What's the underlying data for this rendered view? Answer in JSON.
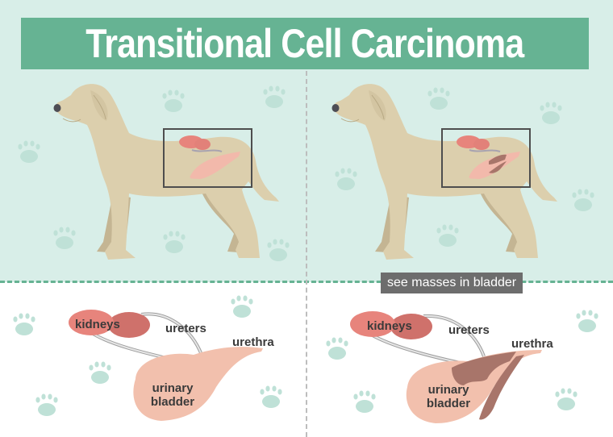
{
  "title": "Transitional Cell Carcinoma",
  "colors": {
    "background_top": "#d8eee8",
    "title_bar": "#66b393",
    "dog_body": "#dccfad",
    "dog_shadow": "#c4b593",
    "kidney_light": "#e7847c",
    "kidney_dark": "#cf716b",
    "bladder": "#f2c0ad",
    "mass": "#a8756a",
    "paw": "#bfe1d7"
  },
  "panels": {
    "normal": {
      "diagram_labels": {
        "kidneys": "kidneys",
        "ureters": "ureters",
        "urethra": "urethra",
        "bladder_line1": "urinary",
        "bladder_line2": "bladder"
      }
    },
    "carcinoma": {
      "callout": "see masses in bladder",
      "diagram_labels": {
        "kidneys": "kidneys",
        "ureters": "ureters",
        "urethra": "urethra",
        "bladder_line1": "urinary",
        "bladder_line2": "bladder"
      }
    }
  }
}
